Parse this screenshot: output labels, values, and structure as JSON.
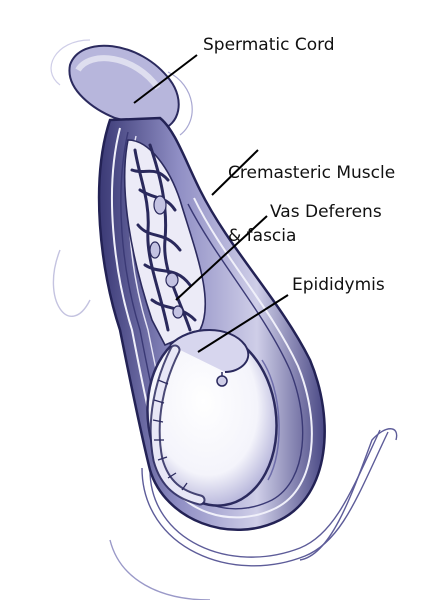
{
  "labels": {
    "spermatic_cord": "Spermatic Cord",
    "cremasteric_line1": "Cremasteric Muscle",
    "cremasteric_line2": "& fascia",
    "vas_deferens": "Vas Deferens",
    "epididymis": "Epididymis"
  },
  "colors": {
    "ink": "#2b2a5e",
    "shade": "#7d7cb8",
    "wash": "#d9d8ee",
    "leader": "#000000"
  }
}
